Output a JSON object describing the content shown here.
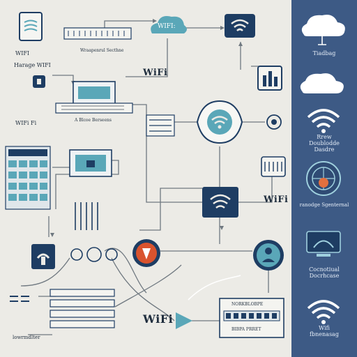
{
  "labels": {
    "cloud_badge": "WIFI:",
    "top_wire_label": "Wraapenrul Secthne",
    "left_wifi": "WIFI",
    "left_manage": "Harage  WIFI",
    "left_fi": "WIFi Fi",
    "mid_wifi": "WiFi",
    "bloone_label": "A Blcoe Berseens",
    "right_wifi": "WiFi",
    "bottom_wifi": "WiFi",
    "bottom_left": "lowrmdlter",
    "screen_top": "NORKBLOBPE",
    "screen_bottom": "BIBPA PRRET"
  },
  "sidebar": {
    "items": [
      {
        "label": "Tiadbag",
        "icon": "cloud-icon"
      },
      {
        "label": "",
        "icon": "cloud-icon"
      },
      {
        "label": "Rrew\nDoublodde\nDasdre",
        "icon": "wifi-icon"
      },
      {
        "label": "ranodge Sgenternal",
        "icon": "globe-icon"
      },
      {
        "label": "Cocnotiual\nDocrhcase",
        "icon": "monitor-icon"
      },
      {
        "label": "Wifi\nfbnenasag",
        "icon": "wifi-icon"
      }
    ]
  },
  "colors": {
    "background": "#ecebe6",
    "sidebar": "#3d5a85",
    "navy": "#1e3d63",
    "teal": "#5aa7b8",
    "orange": "#d9532e",
    "line": "#6f7880"
  }
}
